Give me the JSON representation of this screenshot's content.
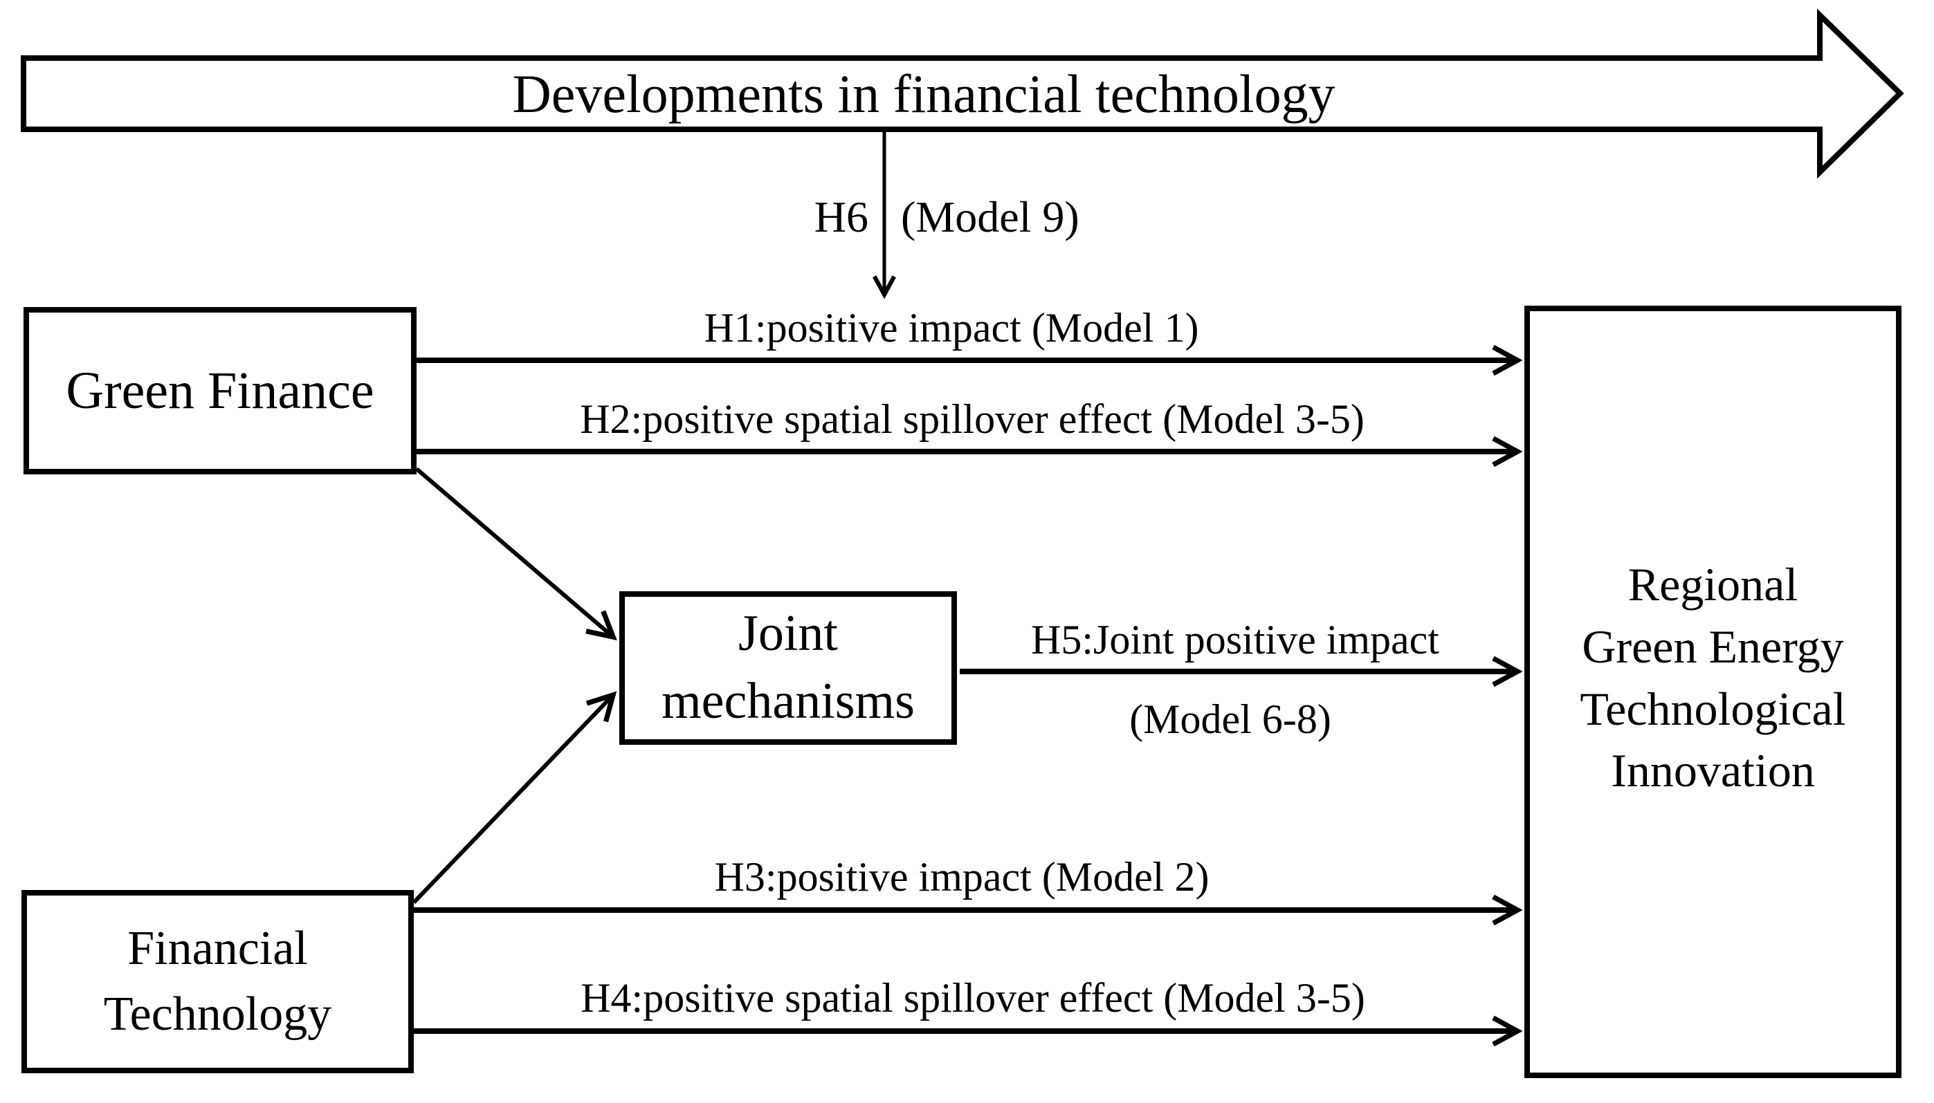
{
  "top_arrow": {
    "label": "Developments in financial technology"
  },
  "h6": {
    "hypothesis": "H6",
    "model": "(Model 9)"
  },
  "boxes": {
    "green_finance": {
      "label": "Green Finance"
    },
    "financial_technology": {
      "lines": [
        "Financial",
        "Technology"
      ]
    },
    "joint_mechanisms": {
      "lines": [
        "Joint",
        "mechanisms"
      ]
    },
    "innovation": {
      "lines": [
        "Regional",
        "Green Energy",
        "Technological",
        "Innovation"
      ]
    }
  },
  "arrows": {
    "h1": {
      "label": "H1:positive impact (Model 1)"
    },
    "h2": {
      "label": "H2:positive spatial spillover effect (Model 3-5)"
    },
    "h3": {
      "label": "H3:positive impact (Model 2)"
    },
    "h4": {
      "label": "H4:positive spatial spillover effect (Model 3-5)"
    },
    "h5": {
      "label": "H5:Joint positive impact",
      "model": "(Model 6-8)"
    }
  },
  "colors": {
    "stroke": "#000000",
    "background": "#ffffff"
  }
}
